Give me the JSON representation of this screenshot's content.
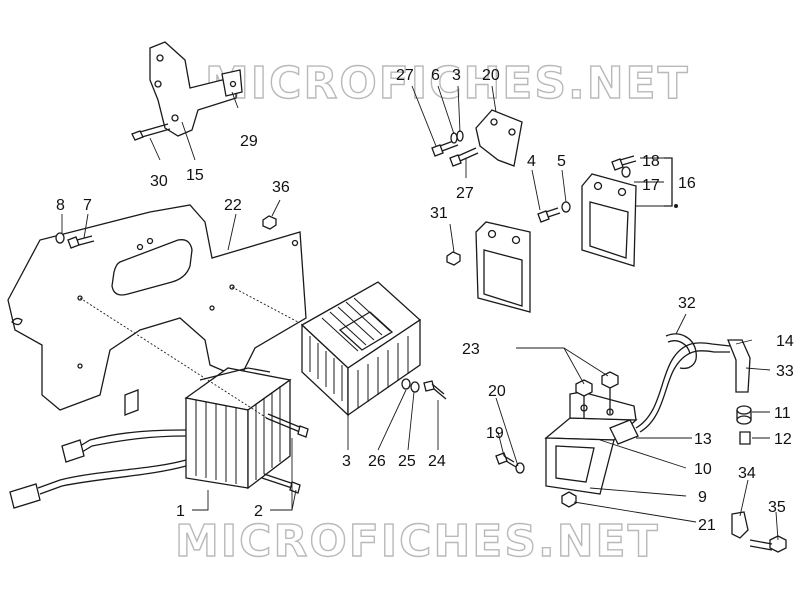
{
  "watermark": {
    "top_text": "MICROFICHES.NET",
    "bottom_text": "MICROFICHES.NET",
    "color": "#b9b9b9"
  },
  "line_color": "#1a1a1a",
  "callouts": {
    "c1": "1",
    "c2": "2",
    "c3": "3",
    "c3b": "3",
    "c4": "4",
    "c5": "5",
    "c6": "6",
    "c7": "7",
    "c8": "8",
    "c9": "9",
    "c10": "10",
    "c11": "11",
    "c12": "12",
    "c13": "13",
    "c14": "14",
    "c15": "15",
    "c16": "16",
    "c17": "17",
    "c18": "18",
    "c19": "19",
    "c20": "20",
    "c20b": "20",
    "c21": "21",
    "c22": "22",
    "c23": "23",
    "c24": "24",
    "c25": "25",
    "c26": "26",
    "c27": "27",
    "c27b": "27",
    "c29": "29",
    "c30": "30",
    "c31": "31",
    "c32": "32",
    "c33": "33",
    "c34": "34",
    "c35": "35",
    "c36": "36"
  }
}
